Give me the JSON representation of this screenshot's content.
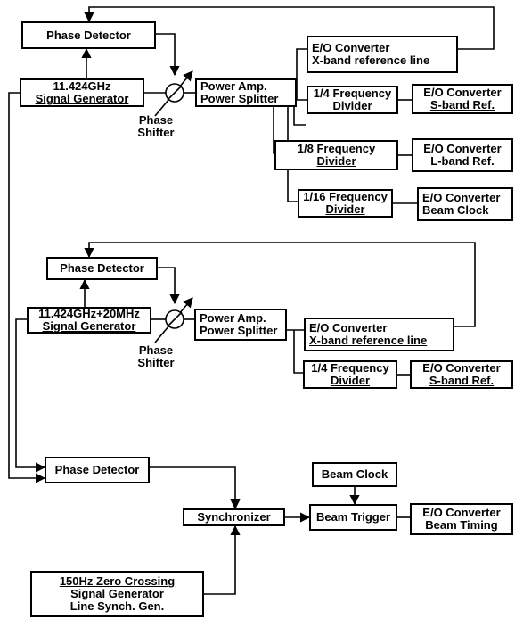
{
  "blocks": {
    "phase_detector_1": "Phase Detector",
    "signal_generator_1": [
      "11.424GHz",
      "Signal Generator"
    ],
    "phase_shifter_1": [
      "Phase",
      "Shifter"
    ],
    "power_amp_1": [
      "Power Amp.",
      "Power Splitter"
    ],
    "eo_xband_1": [
      "E/O  Converter",
      "X-band reference line"
    ],
    "freq_div_4_1": [
      "1/4  Frequency",
      "Divider"
    ],
    "eo_sband_1": [
      "E/O Converter",
      "S-band Ref."
    ],
    "freq_div_8": [
      "1/8  Frequency",
      "Divider"
    ],
    "eo_lband": [
      "E/O Converter",
      "L-band Ref."
    ],
    "freq_div_16": [
      "1/16 Frequency",
      "Divider"
    ],
    "eo_beam_clock": [
      "E/O Converter",
      "Beam Clock"
    ],
    "phase_detector_2": "Phase Detector",
    "signal_generator_2": [
      "11.424GHz+20MHz",
      "Signal Generator"
    ],
    "phase_shifter_2": [
      "Phase",
      "Shifter"
    ],
    "power_amp_2": [
      "Power Amp.",
      "Power Splitter"
    ],
    "eo_xband_2": [
      "E/O  Converter",
      "X-band reference line"
    ],
    "freq_div_4_2": [
      "1/4  Frequency",
      "Divider"
    ],
    "eo_sband_2": [
      "E/O Converter",
      "S-band Ref."
    ],
    "phase_detector_3": "Phase Detector",
    "beam_clock": "Beam Clock",
    "synchronizer": "Synchronizer",
    "beam_trigger": "Beam Trigger",
    "eo_beam_timing": [
      "E/O Converter",
      "Beam Timing"
    ],
    "zero_crossing": [
      "150Hz Zero Crossing",
      "Signal Generator",
      "Line Synch. Gen."
    ]
  }
}
